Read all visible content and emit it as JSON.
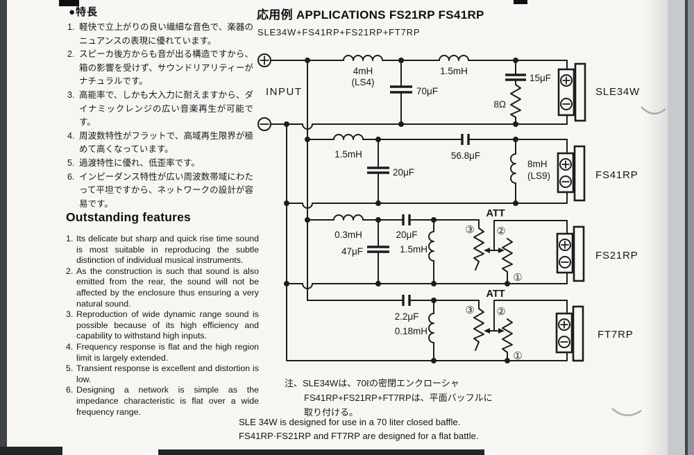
{
  "header": {
    "title": "応用例 APPLICATIONS FS21RP FS41RP",
    "subtitle": "SLE34W+FS41RP+FS21RP+FT7RP"
  },
  "features_jp": {
    "heading": "●特長",
    "items": [
      {
        "num": "1.",
        "text": "軽快で立上がりの良い繊細な音色で、楽器のニュアンスの表現に優れています。"
      },
      {
        "num": "2.",
        "text": "スピーカ後方からも音が出る構造ですから、箱の影響を受けず、サウンドリアリティーがナチュラルです。"
      },
      {
        "num": "3.",
        "text": "高能率で、しかも大入力に耐えますから、ダイナミックレンジの広い音楽再生が可能です。"
      },
      {
        "num": "4.",
        "text": "周波数特性がフラットで、高域再生限界が極めて高くなっています。"
      },
      {
        "num": "5.",
        "text": "過渡特性に優れ、低歪率です。"
      },
      {
        "num": "6.",
        "text": "インピーダンス特性が広い周波数帯域にわたって平坦ですから、ネットワークの設計が容易です。"
      }
    ]
  },
  "features_en": {
    "heading": "Outstanding features",
    "items": [
      {
        "num": "1.",
        "text": "Its delicate but sharp and quick rise time sound is most suitable in reproducing the subtle distinction of individual musical instruments."
      },
      {
        "num": "2.",
        "text": "As the construction is such that sound is also emitted from the rear, the sound will not be affected by the enclosure thus ensuring a very natural sound."
      },
      {
        "num": "3.",
        "text": "Reproduction of wide dynamic range sound is possible because of its high efficiency and capability to withstand high inputs."
      },
      {
        "num": "4.",
        "text": "Frequency response is flat and the high region limit is largely extended."
      },
      {
        "num": "5.",
        "text": "Transient response is excellent and distortion is low."
      },
      {
        "num": "6.",
        "text": "Designing a network is simple as the impedance characteristic is flat over a wide frequency range."
      }
    ]
  },
  "schematic": {
    "input_label": "INPUT",
    "n1": {
      "ind1": "4mH",
      "ind1_sub": "(LS4)",
      "cap1": "70μF",
      "ind2": "1.5mH",
      "cap2": "15μF",
      "res1": "8Ω",
      "speaker": "SLE34W"
    },
    "n2": {
      "ind1": "1.5mH",
      "cap1": "20μF",
      "cap2": "56.8μF",
      "ind2": "8mH",
      "ind2_sub": "(LS9)",
      "speaker": "FS41RP"
    },
    "n3": {
      "ind1": "0.3mH",
      "cap1": "47μF",
      "cap2": "20μF",
      "ind2": "1.5mH",
      "att": "ATT",
      "term3": "③",
      "term2": "②",
      "term1": "①",
      "speaker": "FS21RP"
    },
    "n4": {
      "cap1": "2.2μF",
      "ind1": "0.18mH",
      "att": "ATT",
      "term3": "③",
      "term2": "②",
      "term1": "①",
      "speaker": "FT7RP"
    }
  },
  "notes": {
    "jp_lines": [
      "注、SLE34Wは、70ℓの密閉エンクローシャ",
      "FS41RP+FS21RP+FT7RPは、平面バッフルに",
      "取り付ける。"
    ],
    "en_lines": [
      "SLE 34W is designed for use in a 70 liter closed baffle.",
      "FS41RP·FS21RP and FT7RP are designed for a flat battle."
    ]
  }
}
